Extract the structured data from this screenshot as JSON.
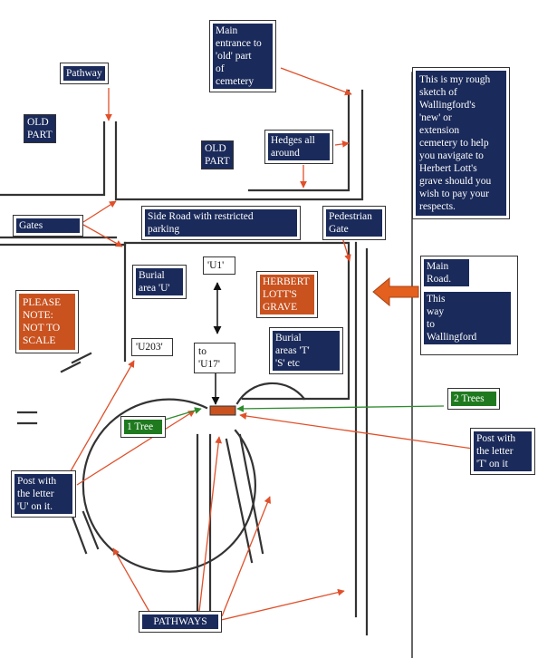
{
  "colors": {
    "navy": "#1a2a5a",
    "orange": "#c9521f",
    "green": "#1f7a1f",
    "road": "#333333",
    "arrow_red": "#e0502a",
    "arrow_green": "#2e8b2e"
  },
  "labels": {
    "pathway": "Pathway",
    "main_entrance": [
      "Main",
      "entrance to",
      "'old' part",
      "of",
      "cemetery"
    ],
    "old_part_left": [
      "OLD",
      "PART"
    ],
    "old_part_center": [
      "OLD",
      "PART"
    ],
    "hedges": [
      "Hedges all",
      "around"
    ],
    "sketch_note": [
      "This is my rough",
      "sketch of",
      "Wallingford's",
      "'new' or",
      "extension",
      "cemetery to help",
      "you navigate to",
      "Herbert Lott's",
      "grave should you",
      "wish to pay your",
      "respects."
    ],
    "gates": "Gates",
    "side_road": [
      "Side Road with restricted",
      "parking"
    ],
    "pedestrian_gate": [
      "Pedestrian",
      "Gate"
    ],
    "burial_u": [
      "Burial",
      "area 'U'"
    ],
    "u1": "'U1'",
    "herbert": [
      "HERBERT",
      "LOTT'S",
      "GRAVE"
    ],
    "please_note": [
      "PLEASE",
      "NOTE:",
      "NOT TO",
      "SCALE"
    ],
    "main_road": [
      "Main",
      "Road."
    ],
    "this_way": [
      "This",
      "way",
      "to",
      "Wallingford"
    ],
    "u203": "'U203'",
    "to_u17": [
      "to",
      "'U17'"
    ],
    "burial_ts": [
      "Burial",
      "areas 'T'",
      "'S' etc"
    ],
    "two_trees": "2 Trees",
    "one_tree": "1 Tree",
    "post_t": [
      "Post with",
      "the letter",
      "'T' on it"
    ],
    "post_u": [
      "Post with",
      "the letter",
      "'U' on it."
    ],
    "pathways": "PATHWAYS"
  }
}
